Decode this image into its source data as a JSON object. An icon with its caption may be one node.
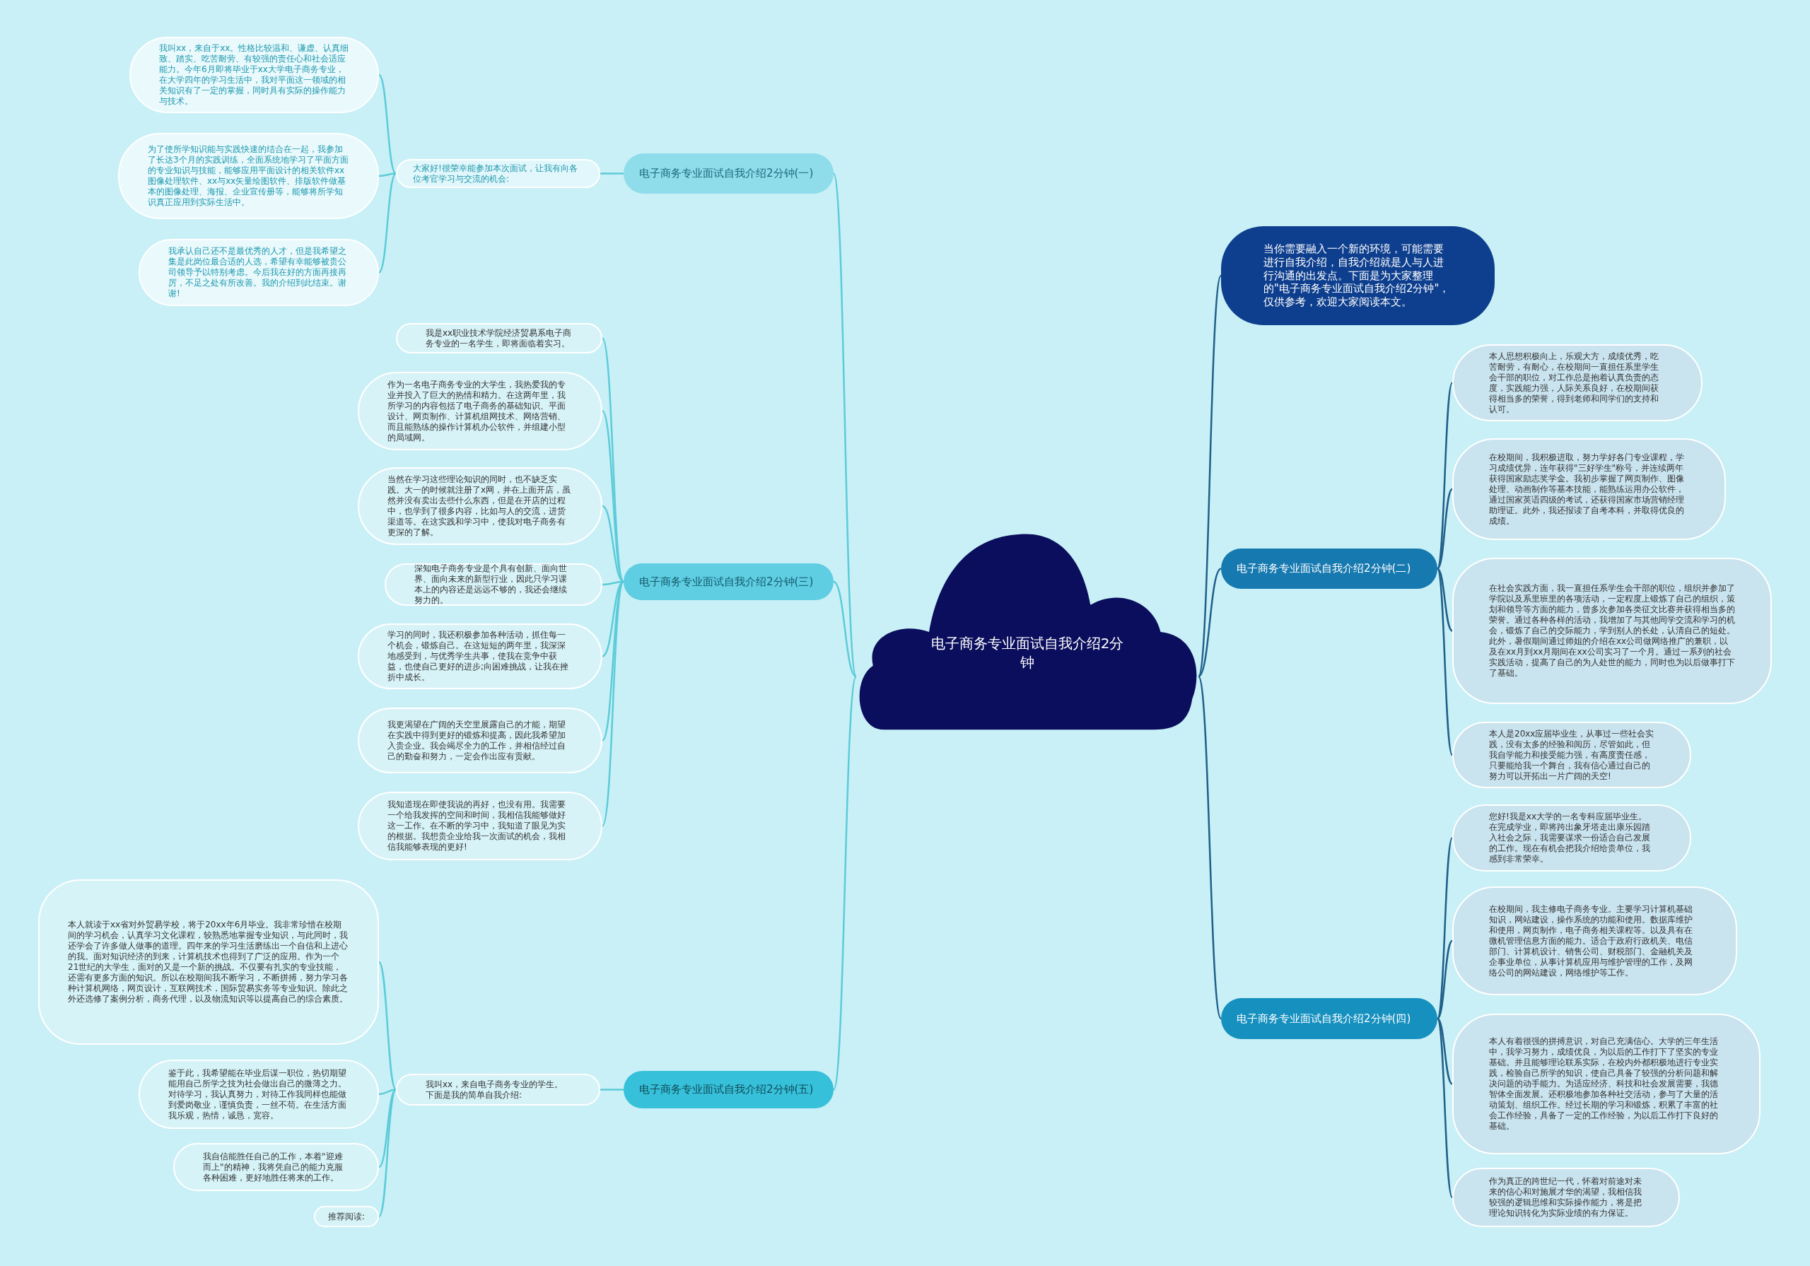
{
  "diagram": {
    "nodes": [
      {
        "text": [
          "电子商务专业面试自我介绍2分钟"
        ]
      },
      {
        "text": [
          "电子商务专业面试自我介绍2分钟(一)"
        ]
      },
      {
        "text": [
          "大家好!很荣幸能参加本次面试，让我有向各位考官学习与交流的机会:"
        ]
      },
      {
        "text": [
          "我叫xx，来自于xx。性格比较温和、谦虚、认真细致、踏实、吃苦耐劳、有较强的责任心和社会适应能力。今年6月即将毕业于xx大学电子商务专业，在大学四年的学习生活中，我对平面这一领域的相关知识有了一定的掌握，同时具有实际的操作能力与技术。"
        ]
      },
      {
        "text": [
          "为了使所学知识能与实践快速的结合在一起，我参加了长达3个月的实践训练，全面系统地学习了平面方面的专业知识与技能，能够应用平面设计的相关软件xx图像处理软件、xx与xx矢量绘图软件、排版软件做基本的图像处理、海报、企业宣传册等，能够将所学知识真正应用到实际生活中。"
        ]
      },
      {
        "text": [
          "我承认自己还不是最优秀的人才，但是我希望之集是此岗位最合适的人选，希望有幸能够被贵公司领导予以特别考虑。今后我在好的方面再接再厉，不足之处有所改善。我的介绍到此结束。谢谢!"
        ]
      },
      {
        "text": [
          "电子商务专业面试自我介绍2分钟(三)"
        ]
      },
      {
        "text": [
          "我是xx职业技术学院经济贸易系电子商务专业的一名学生，即将面临着实习。"
        ]
      },
      {
        "text": [
          "作为一名电子商务专业的大学生，我热爱我的专业并投入了巨大的热情和精力。在这两年里，我所学习的内容包括了电子商务的基础知识、平面设计、网页制作、计算机组网技术、网络营销、而且能熟练的操作计算机办公软件，并组建小型的局域网。"
        ]
      },
      {
        "text": [
          "当然在学习这些理论知识的同时，也不缺乏实践。大一的时候就注册了x网，并在上面开店，虽然并没有卖出去些什么东西，但是在开店的过程中，也学到了很多内容，比如与人的交流，进货渠道等。在这实践和学习中，使我对电子商务有更深的了解。"
        ]
      },
      {
        "text": [
          "深知电子商务专业是个具有创新、面向世界、面向未来的新型行业，因此只学习课本上的内容还是远远不够的，我还会继续努力的。"
        ]
      },
      {
        "text": [
          "学习的同时，我还积极参加各种活动，抓住每一个机会，锻炼自己。在这短短的两年里，我深深地感受到，与优秀学生共事，使我在竞争中获益，也使自己更好的进步;向困难挑战，让我在挫折中成长。"
        ]
      },
      {
        "text": [
          "我更渴望在广阔的天空里展露自己的才能，期望在实践中得到更好的锻炼和提高，因此我希望加入贵企业。我会竭尽全力的工作，并相信经过自己的勤奋和努力，一定会作出应有贡献。"
        ]
      },
      {
        "text": [
          "我知道现在即使我说的再好，也没有用。我需要一个给我发挥的空间和时间，我相信我能够做好这一工作。在不断的学习中，我知道了眼见为实的根据。我想贵企业给我一次面试的机会，我相信我能够表现的更好!"
        ]
      },
      {
        "text": [
          "电子商务专业面试自我介绍2分钟(五)"
        ]
      },
      {
        "text": [
          "我叫xx，来自电子商务专业的学生。下面是我的简单自我介绍:"
        ]
      },
      {
        "text": [
          "本人就读于xx省对外贸易学校，将于20xx年6月毕业。我非常珍惜在校期间的学习机会，认真学习文化课程，较熟悉地掌握专业知识，与此同时，我还学会了许多做人做事的道理。四年来的学习生活磨练出一个自信和上进心的我。面对知识经济的到来，计算机技术也得到了广泛的应用。作为一个21世纪的大学生，面对的又是一个新的挑战。不仅要有扎实的专业技能，还需有更多方面的知识。所以在校期间我不断学习，不断拼搏，努力学习各种计算机网络，网页设计，互联网技术，国际贸易实务等专业知识。除此之外还选修了案例分析，商务代理，以及物流知识等以提高自己的综合素质。"
        ]
      },
      {
        "text": [
          "鉴于此，我希望能在毕业后谋一职位，热切期望能用自己所学之技为社会做出自己的微薄之力。对待学习，我认真努力，对待工作我同样也能做到爱岗敬业，谨慎负责，一丝不苟。在生活方面我乐观，热情，诚恳，宽容。"
        ]
      },
      {
        "text": [
          "我自信能胜任自己的工作，本着\"迎难而上\"的精神，我将凭自己的能力克服各种困难，更好地胜任将来的工作。"
        ]
      },
      {
        "text": [
          "推荐阅读:"
        ]
      },
      {
        "text": [
          "当你需要融入一个新的环境，可能需要进行自我介绍，自我介绍就是人与人进行沟通的出发点。下面是为大家整理的\"电子商务专业面试自我介绍2分钟\"，仅供参考，欢迎大家阅读本文。"
        ]
      },
      {
        "text": [
          "电子商务专业面试自我介绍2分钟(二)"
        ]
      },
      {
        "text": [
          "本人思想积极向上，乐观大方，成绩优秀，吃苦耐劳，有耐心，在校期间一直担任系里学生会干部的职位，对工作总是抱着认真负责的态度，实践能力强，人际关系良好，在校期间获得相当多的荣誉，得到老师和同学们的支持和认可。"
        ]
      },
      {
        "text": [
          "在校期间，我积极进取，努力学好各门专业课程，学习成绩优异，连年获得\"三好学生\"称号，并连续两年获得国家励志奖学金。我初步掌握了网页制作、图像处理、动画制作等基本技能，能熟练运用办公软件，通过国家英语四级的考试，还获得国家市场营销经理助理证。此外，我还报读了自考本科，并取得优良的成绩。"
        ]
      },
      {
        "text": [
          "在社会实践方面，我一直担任系学生会干部的职位，组织并参加了学院以及系里班里的各项活动，一定程度上锻炼了自己的组织，策划和领导等方面的能力，曾多次参加各类征文比赛并获得相当多的荣誉。通过各种各样的活动，我增加了与其他同学交流和学习的机会，锻炼了自己的交际能力，学到别人的长处，认清自己的短处。此外，暑假期间通过师姐的介绍在xx公司做网络推广的兼职，以及在xx月到xx月期间在xx公司实习了一个月。通过一系列的社会实践活动，提高了自己的为人处世的能力，同时也为以后做事打下了基础。"
        ]
      },
      {
        "text": [
          "本人是20xx应届毕业生，从事过一些社会实践，没有太多的经验和阅历，尽管如此，但我自学能力和接受能力强，有高度责任感，只要能给我一个舞台，我有信心通过自己的努力可以开拓出一片广阔的天空!"
        ]
      },
      {
        "text": [
          "电子商务专业面试自我介绍2分钟(四)"
        ]
      },
      {
        "text": [
          "您好!我是xx大学的一名专科应届毕业生。在完成学业，即将跨出象牙塔走出康乐园踏入社会之际，我需要谋求一份适合自己发展的工作。现在有机会把我介绍给贵单位，我感到非常荣幸。"
        ]
      },
      {
        "text": [
          "在校期间，我主修电子商务专业。主要学习计算机基础知识，网站建设，操作系统的功能和使用。数据库维护和使用，网页制作，电子商务相关课程等。以及具有在微机管理信息方面的能力。适合于政府行政机关、电信部门、计算机设计、销售公司、财税部门、金融机关及企事业单位，从事计算机应用与维护管理的工作，及网络公司的网站建设，网络维护等工作。"
        ]
      },
      {
        "text": [
          "本人有着很强的拼搏意识，对自己充满信心。大学的三年生活中，我学习努力，成绩优良，为以后的工作打下了坚实的专业基础。并且能够理论联系实际，在校内外都积极地进行专业实践，检验自己所学的知识，使自己具备了较强的分析问题和解决问题的动手能力。为适应经济、科技和社会发展需要，我德智体全面发展。还积极地参加各种社交活动，参与了大量的活动策划、组织工作。经过长期的学习和锻炼，积累了丰富的社会工作经验，具备了一定的工作经验，为以后工作打下良好的基础。"
        ]
      },
      {
        "text": [
          "作为真正的跨世纪一代，怀着对前途对未来的信心和对施展才华的渴望，我相信我较强的逻辑思维和实际操作能力，将是把理论知识转化为实际业绩的有力保证。"
        ]
      }
    ],
    "edges": [
      {
        "from": 0,
        "to": 1,
        "arrow": "none"
      },
      {
        "from": 1,
        "to": 2,
        "arrow": "none"
      },
      {
        "from": 2,
        "to": 3,
        "arrow": "none"
      },
      {
        "from": 2,
        "to": 4,
        "arrow": "none"
      },
      {
        "from": 2,
        "to": 5,
        "arrow": "none"
      },
      {
        "from": 0,
        "to": 6,
        "arrow": "none"
      },
      {
        "from": 6,
        "to": 7,
        "arrow": "none"
      },
      {
        "from": 6,
        "to": 8,
        "arrow": "none"
      },
      {
        "from": 6,
        "to": 9,
        "arrow": "none"
      },
      {
        "from": 6,
        "to": 10,
        "arrow": "none"
      },
      {
        "from": 6,
        "to": 11,
        "arrow": "none"
      },
      {
        "from": 6,
        "to": 12,
        "arrow": "none"
      },
      {
        "from": 6,
        "to": 13,
        "arrow": "none"
      },
      {
        "from": 0,
        "to": 14,
        "arrow": "none"
      },
      {
        "from": 14,
        "to": 15,
        "arrow": "none"
      },
      {
        "from": 15,
        "to": 16,
        "arrow": "none"
      },
      {
        "from": 15,
        "to": 17,
        "arrow": "none"
      },
      {
        "from": 15,
        "to": 18,
        "arrow": "none"
      },
      {
        "from": 15,
        "to": 19,
        "arrow": "none"
      },
      {
        "from": 0,
        "to": 20,
        "arrow": "none",
        "color": "#1f5f8a"
      },
      {
        "from": 0,
        "to": 21,
        "arrow": "none",
        "color": "#1f5f8a"
      },
      {
        "from": 21,
        "to": 22,
        "arrow": "none",
        "color": "#1f5f8a"
      },
      {
        "from": 21,
        "to": 23,
        "arrow": "none",
        "color": "#1f5f8a"
      },
      {
        "from": 21,
        "to": 24,
        "arrow": "none",
        "color": "#1f5f8a"
      },
      {
        "from": 21,
        "to": 25,
        "arrow": "none",
        "color": "#1f5f8a"
      },
      {
        "from": 0,
        "to": 26,
        "arrow": "none",
        "color": "#1f5f8a"
      },
      {
        "from": 26,
        "to": 27,
        "arrow": "none",
        "color": "#1f5f8a"
      },
      {
        "from": 26,
        "to": 28,
        "arrow": "none",
        "color": "#1f5f8a"
      },
      {
        "from": 26,
        "to": 29,
        "arrow": "none",
        "color": "#1f5f8a"
      },
      {
        "from": 26,
        "to": 30,
        "arrow": "none",
        "color": "#1f5f8a"
      }
    ]
  }
}
